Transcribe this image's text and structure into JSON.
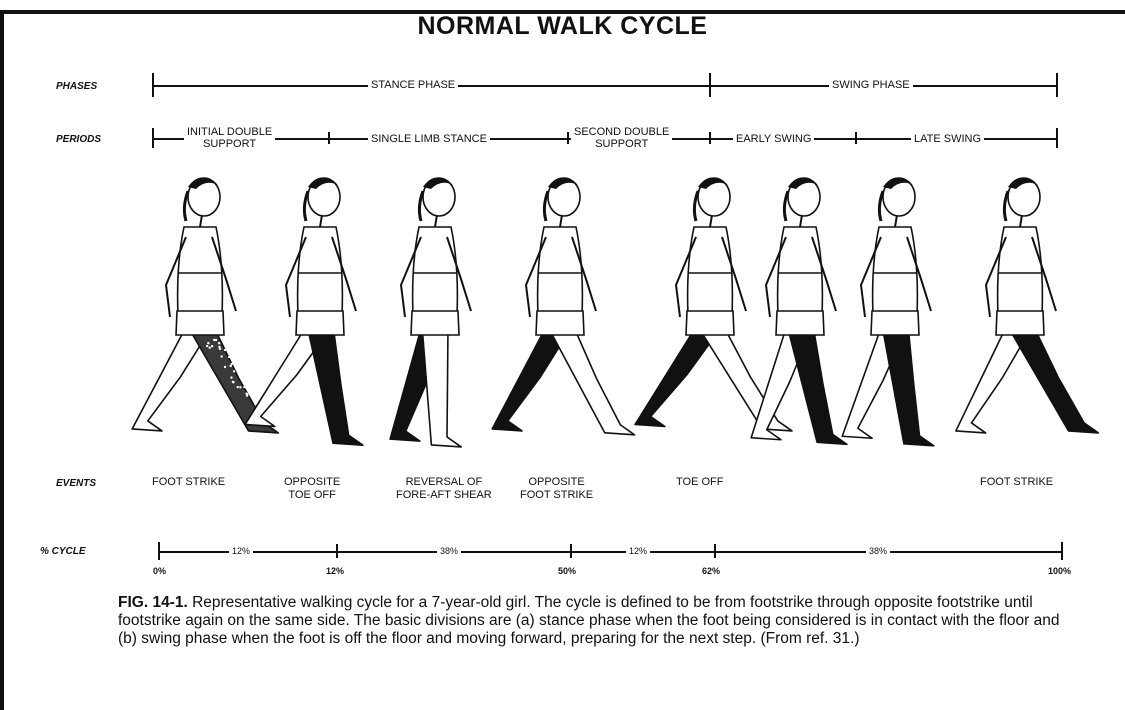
{
  "title": "NORMAL WALK CYCLE",
  "rows": {
    "phases_label": "PHASES",
    "periods_label": "PERIODS",
    "events_label": "EVENTS",
    "cycle_label": "% CYCLE"
  },
  "phases": [
    "STANCE PHASE",
    "SWING PHASE"
  ],
  "periods": {
    "initial_double_line1": "INITIAL DOUBLE",
    "initial_double_line2": "SUPPORT",
    "single_limb": "SINGLE LIMB STANCE",
    "second_double_line1": "SECOND DOUBLE",
    "second_double_line2": "SUPPORT",
    "early_swing": "EARLY SWING",
    "late_swing": "LATE SWING"
  },
  "events": {
    "foot_strike_1": "FOOT STRIKE",
    "opposite_toe_off_1": "OPPOSITE",
    "opposite_toe_off_2": "TOE OFF",
    "reversal_1": "REVERSAL OF",
    "reversal_2": "FORE-AFT SHEAR",
    "opposite_foot_strike_1": "OPPOSITE",
    "opposite_foot_strike_2": "FOOT STRIKE",
    "toe_off": "TOE OFF",
    "foot_strike_2": "FOOT STRIKE"
  },
  "cycle": {
    "segments": [
      "12%",
      "38%",
      "12%",
      "38%"
    ],
    "ticks": [
      "0%",
      "12%",
      "50%",
      "62%",
      "100%"
    ]
  },
  "caption": {
    "label": "FIG. 14-1.",
    "text": " Representative walking cycle for a 7-year-old girl. The cycle is defined to be from footstrike through opposite footstrike until footstrike again on the same side. The basic divisions are (a) stance phase when the foot being considered is in contact with the floor and (b) swing phase when the foot is off the floor and moving forward, preparing for the next step. (From ref. 31.)"
  }
}
